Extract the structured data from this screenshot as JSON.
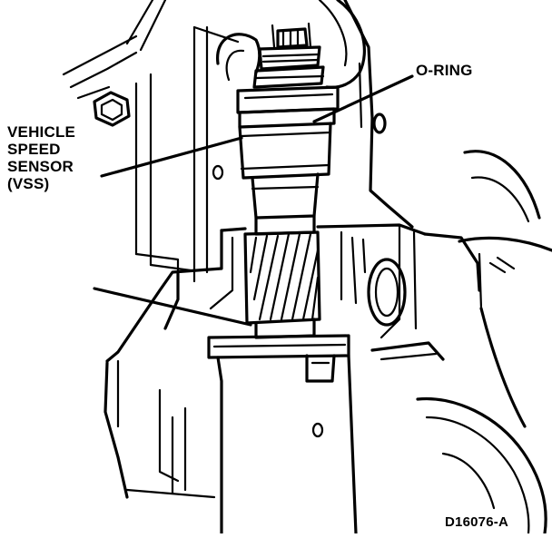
{
  "labels": {
    "vss_line1": "VEHICLE",
    "vss_line2": "SPEED",
    "vss_line3": "SENSOR",
    "vss_line4": "(VSS)",
    "oring": "O-RING",
    "figure_id": "D16076-A"
  },
  "colors": {
    "ink": "#000000",
    "paper": "#ffffff"
  }
}
